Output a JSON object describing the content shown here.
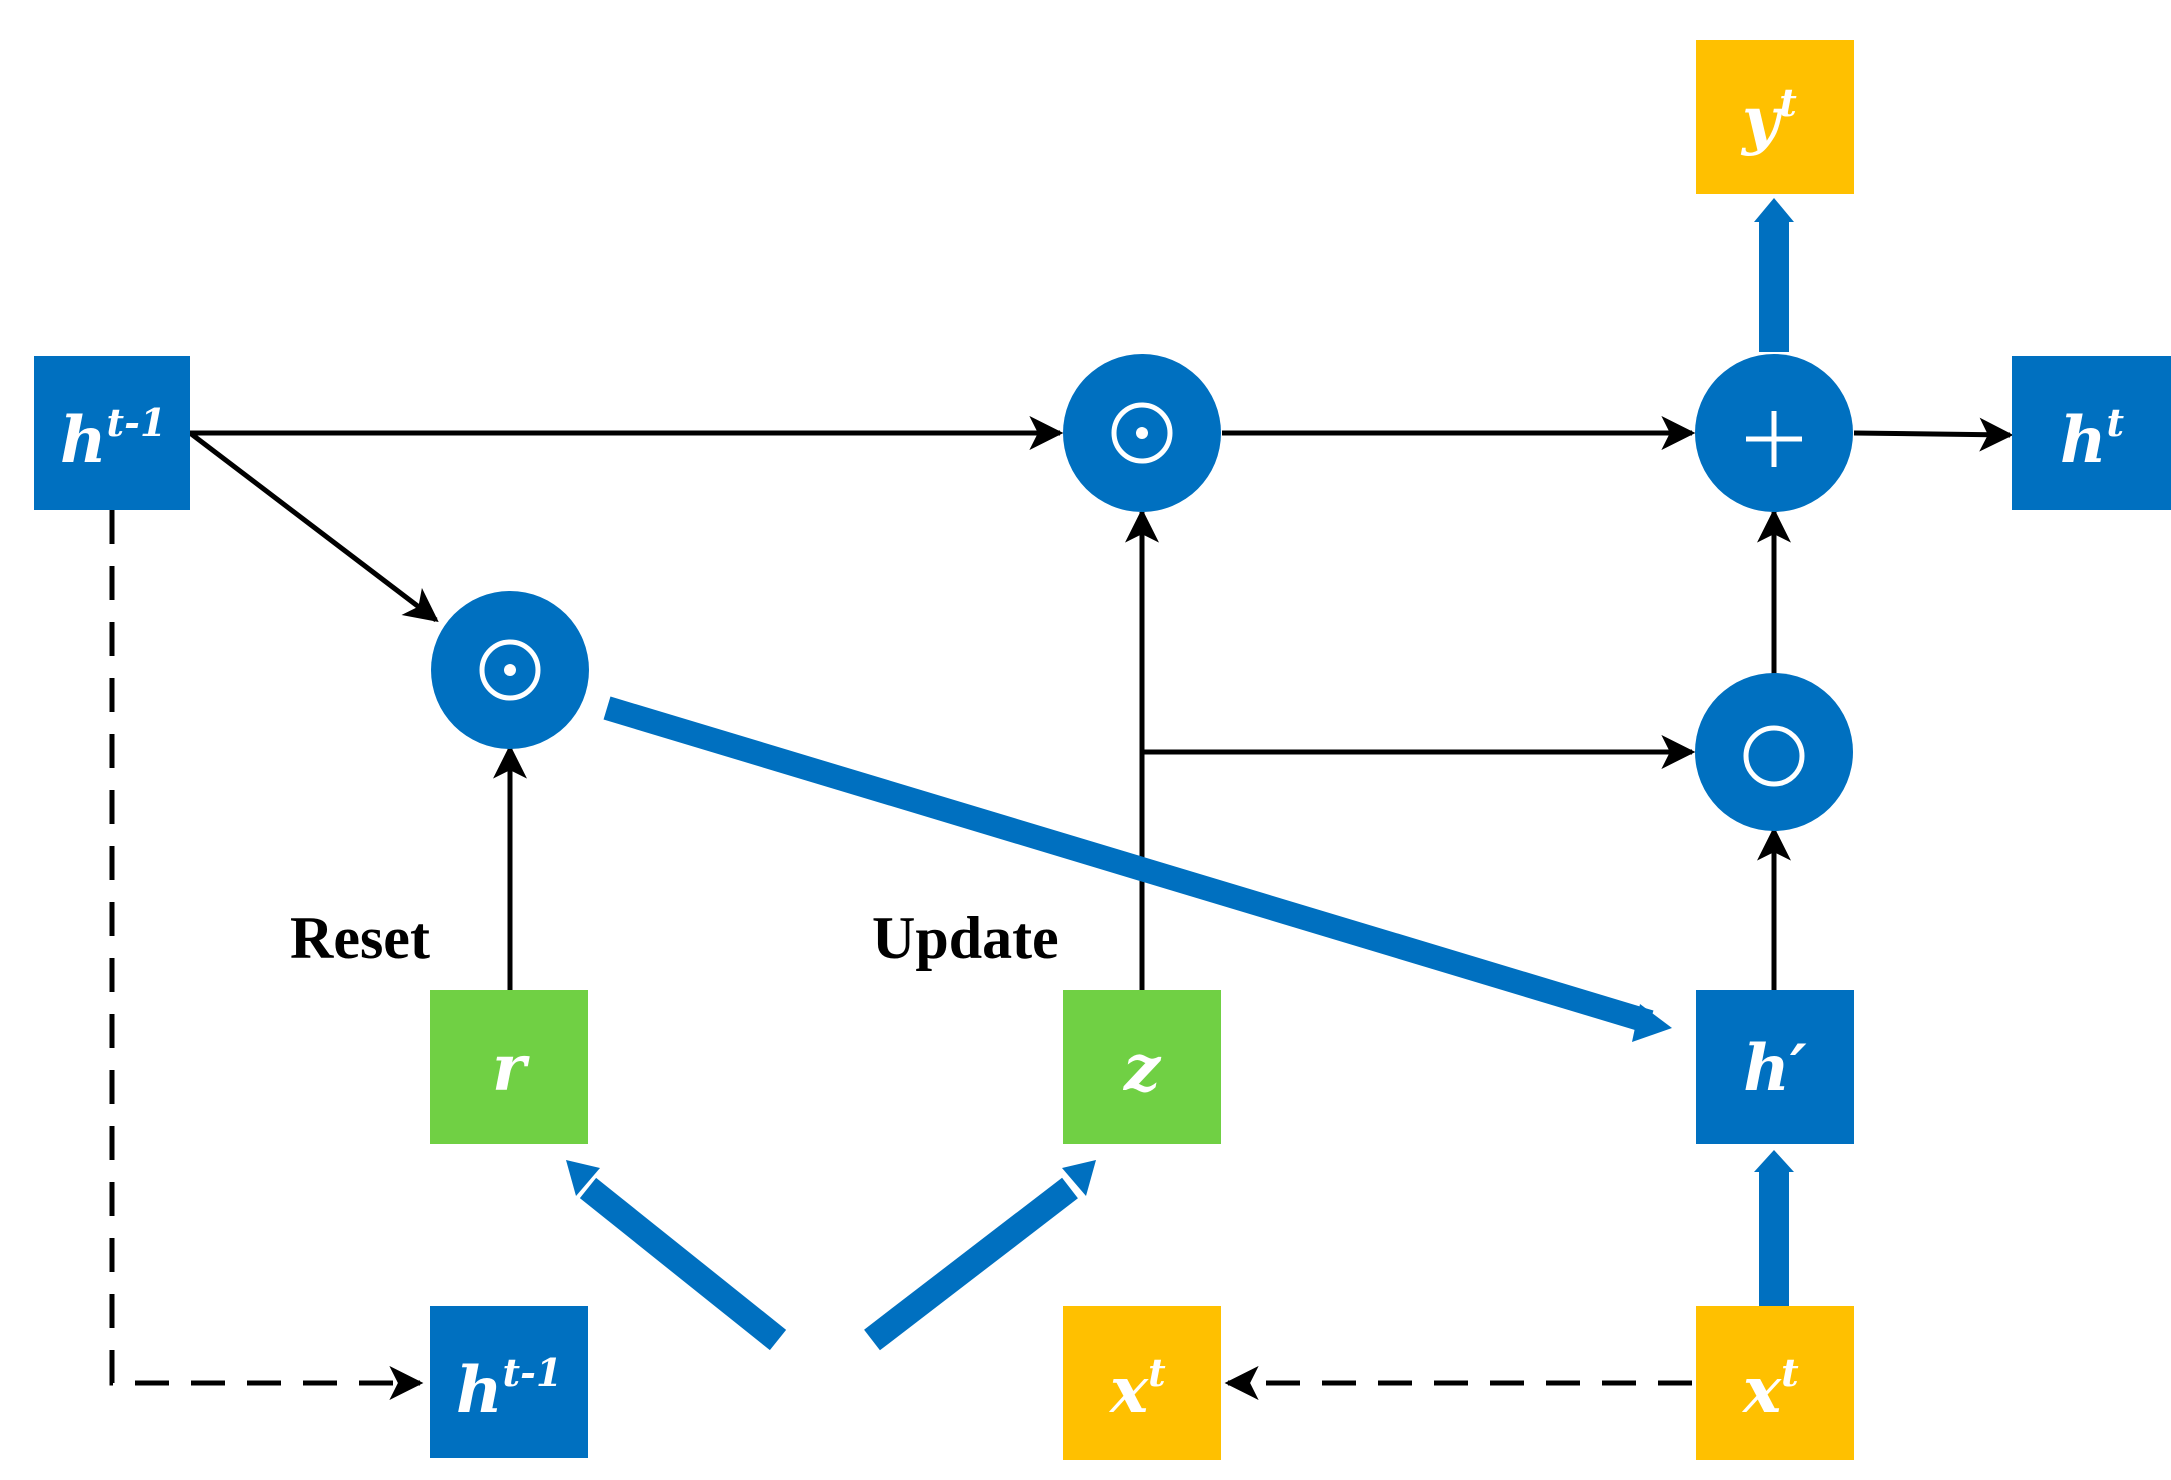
{
  "colors": {
    "blue": "#0070C0",
    "green": "#70D044",
    "yellow": "#FFC000",
    "black": "#000000",
    "white": "#ffffff"
  },
  "nodes": {
    "h_prev": {
      "base": "h",
      "sup": "t-1"
    },
    "h_prev_bottom": {
      "base": "h",
      "sup": "t-1"
    },
    "h_t": {
      "base": "h",
      "sup": "t"
    },
    "y_t": {
      "base": "y",
      "sup": "t"
    },
    "r": {
      "base": "r"
    },
    "z": {
      "base": "z"
    },
    "h_candidate": {
      "base": "h′"
    },
    "x_t_left": {
      "base": "x",
      "sup": "t"
    },
    "x_t_right": {
      "base": "x",
      "sup": "t"
    }
  },
  "operators": {
    "mult_top": "⊙",
    "mult_reset": "⊙",
    "add": "+",
    "minus_one": "○"
  },
  "labels": {
    "reset": "Reset",
    "update": "Update"
  }
}
